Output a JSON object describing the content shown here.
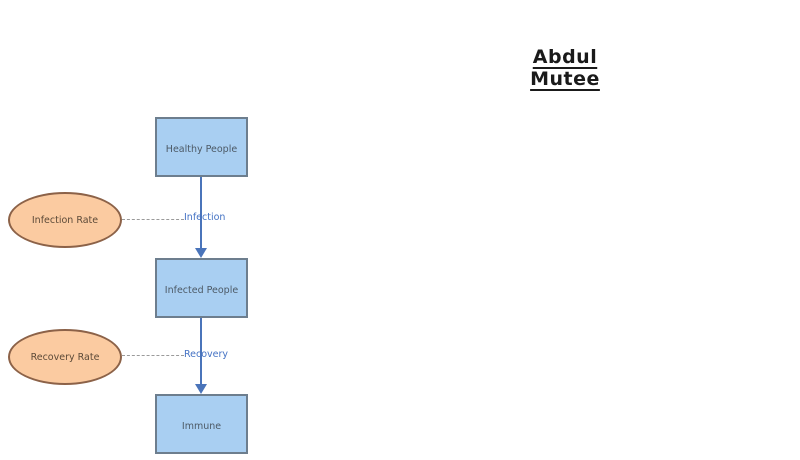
{
  "title": "Abdul Mutee",
  "stocks": [
    {
      "label": "Healthy People"
    },
    {
      "label": "Infected People"
    },
    {
      "label": "Immune"
    }
  ],
  "variables": [
    {
      "label": "Infection Rate"
    },
    {
      "label": "Recovery Rate"
    }
  ],
  "flows": [
    {
      "label": "Infection"
    },
    {
      "label": "Recovery"
    }
  ],
  "colors": {
    "stock_fill": "#a9cff2",
    "stock_border": "#6d7e8e",
    "variable_fill": "#fbcba1",
    "variable_border": "#8c6248",
    "flow_arrow": "#4a74ba",
    "flow_label_text": "#4472c4",
    "link_dashed": "#9a9a9a",
    "title_text": "#1a1a1a"
  }
}
